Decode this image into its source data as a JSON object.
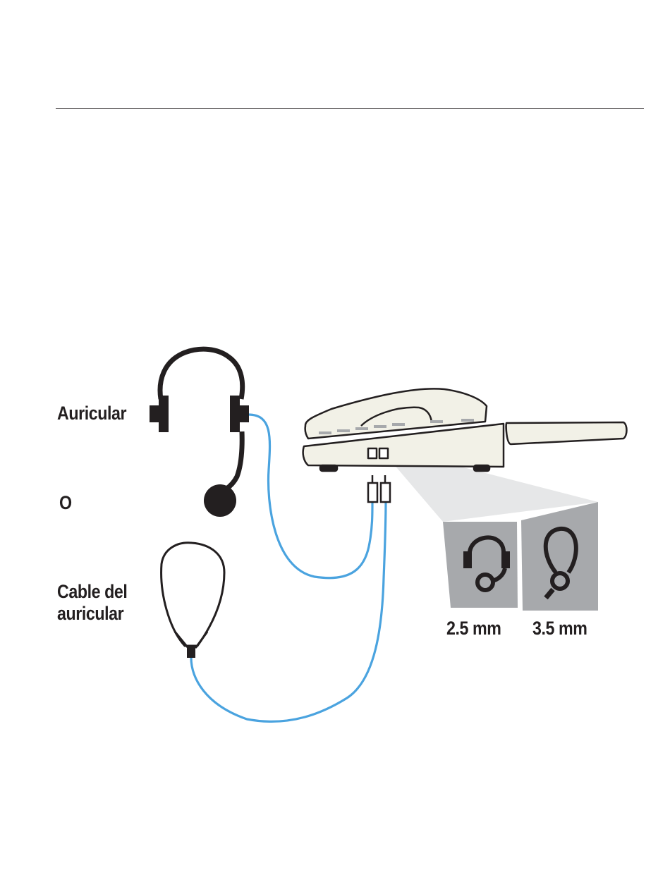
{
  "labels": {
    "headset": "Auricular",
    "or": "O",
    "cable_line1": "Cable del",
    "cable_line2": "auricular",
    "jack_25": "2.5 mm",
    "jack_35": "3.5 mm"
  },
  "icons": [
    "headset-icon",
    "telephone-icon",
    "headset-cord-icon",
    "headset-jack-icon",
    "cord-jack-icon"
  ],
  "colors": {
    "cable": "#4aa3df",
    "outline": "#231f20",
    "phone_body": "#f2f1e7",
    "zoom_panel": "#a7a9ac",
    "zoom_beam": "#e6e7e8"
  }
}
